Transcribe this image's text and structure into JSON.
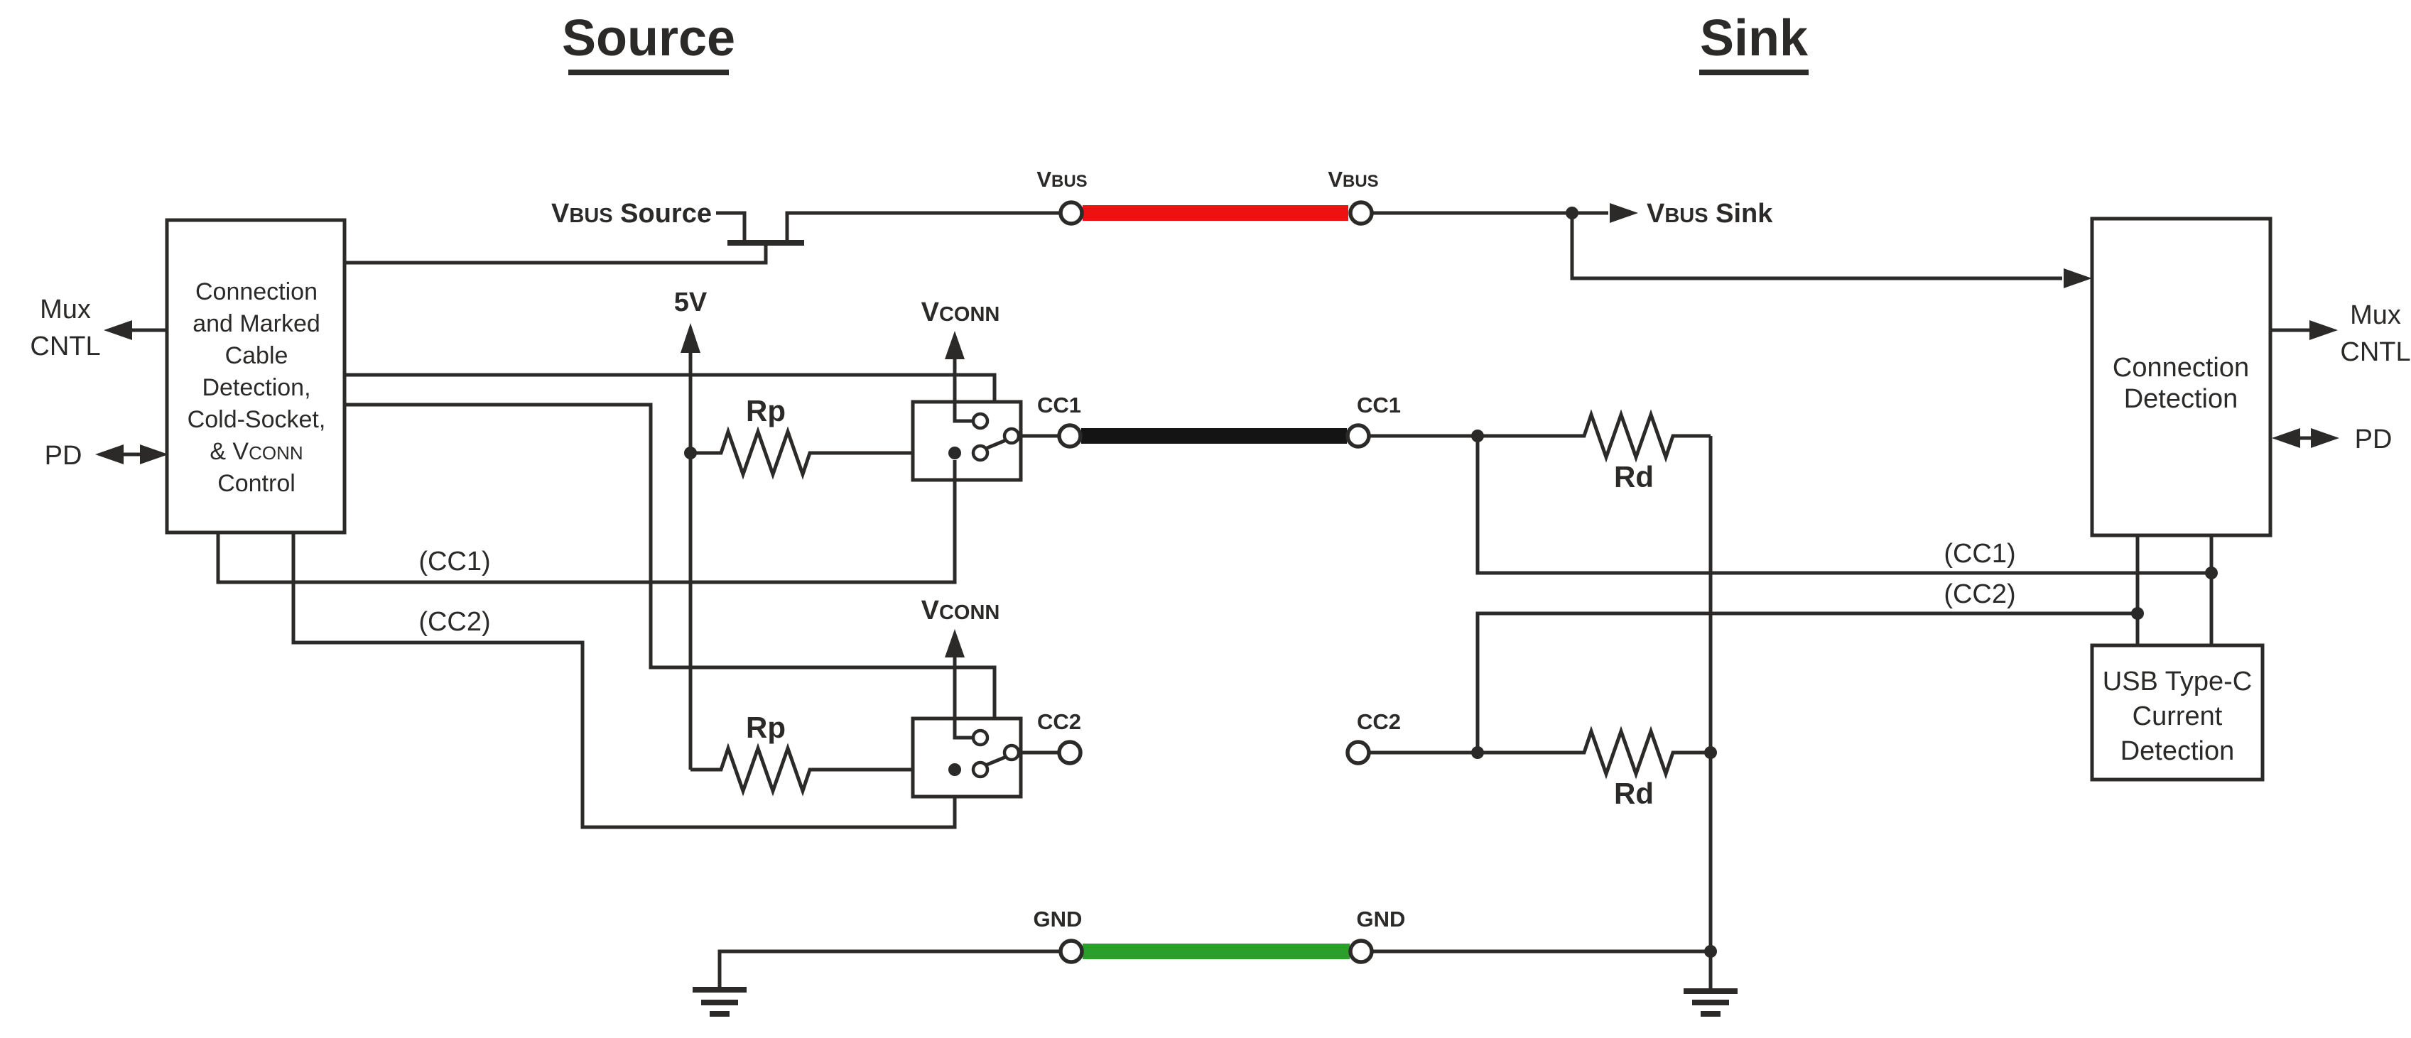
{
  "titles": {
    "source": "Source",
    "sink": "Sink"
  },
  "source": {
    "controller_lines": [
      "Connection",
      "and Marked",
      "Cable",
      "Detection,",
      "Cold-Socket,",
      "Control"
    ],
    "vconn_line_pre": "& V",
    "vconn_line_small": "CONN",
    "mux": "Mux",
    "cntl": "CNTL",
    "pd": "PD",
    "vbus_v": "V",
    "vbus_small": "BUS",
    "vbus_rest": " Source",
    "v5": "5V",
    "vconn_v": "V",
    "vconn_small": "CONN",
    "rp": "Rp",
    "cc1_sense": "(CC1)",
    "cc2_sense": "(CC2)"
  },
  "connector": {
    "vbus_v": "V",
    "vbus_small": "BUS",
    "cc1": "CC1",
    "cc2": "CC2",
    "gnd": "GND",
    "vbus_cable_color": "#ee1111",
    "cc1_cable_color": "#141414",
    "gnd_cable_color": "#2aa02a"
  },
  "sink": {
    "vbus_v": "V",
    "vbus_small": "BUS",
    "vbus_rest": " Sink",
    "detection_lines": [
      "Connection",
      "Detection"
    ],
    "usb_lines": [
      "USB Type-C",
      "Current",
      "Detection"
    ],
    "mux": "Mux",
    "cntl": "CNTL",
    "pd": "PD",
    "rd": "Rd",
    "cc1_sense": "(CC1)",
    "cc2_sense": "(CC2)"
  },
  "style": {
    "line_color": "#2b2a28"
  }
}
